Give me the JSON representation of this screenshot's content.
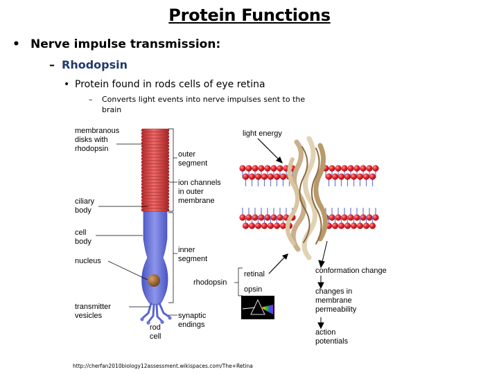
{
  "slide": {
    "title": "Protein Functions",
    "bullet1": "Nerve impulse transmission:",
    "bullet2": "Rhodopsin",
    "bullet3": "Protein found in rods cells of eye retina",
    "bullet4": "Converts light events into nerve impulses sent to the brain",
    "bullet_symbol": "•",
    "dash_symbol": "–"
  },
  "figure": {
    "labels": {
      "membranous_disks": "membranous\ndisks with\nrhodopsin",
      "ciliary_body": "ciliary\nbody",
      "cell_body": "cell\nbody",
      "nucleus": "nucleus",
      "transmitter_vesicles": "transmitter\nvesicles",
      "rod_cell": "rod\ncell",
      "outer_segment": "outer\nsegment",
      "ion_channels": "ion channels\nin outer\nmembrane",
      "inner_segment": "inner\nsegment",
      "rhodopsin": "rhodopsin",
      "synaptic_endings": "synaptic\nendings",
      "light_energy": "light energy",
      "retinal": "retinal",
      "opsin": "opsin",
      "conformation_change": "conformation change",
      "membrane_permeability": "changes in\nmembrane\npermeability",
      "action_potentials": "action\npotentials"
    },
    "colors": {
      "disk_red": "#d83a3a",
      "cell_blue": "#6672d8",
      "nucleus_brown": "#8a5a2a",
      "lipid_red": "#d9222a",
      "lipid_tail": "#6a79d0"
    }
  },
  "source": "http://cherfan2010biology12assessment.wikispaces.com/The+Retina"
}
